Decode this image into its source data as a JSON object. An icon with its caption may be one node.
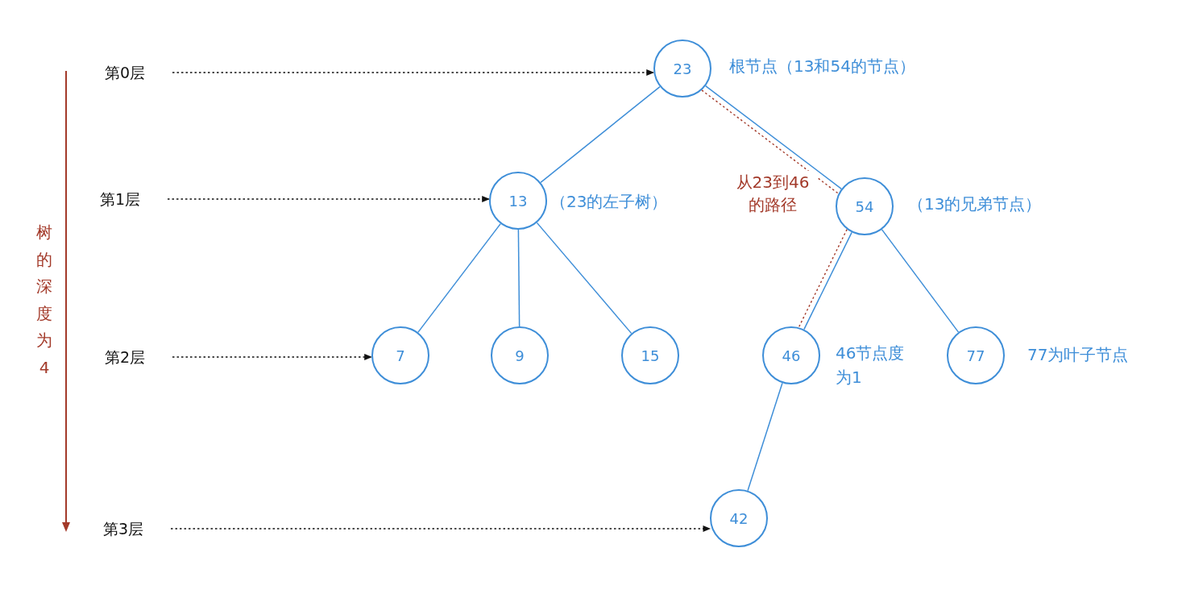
{
  "diagram": {
    "nodes": [
      {
        "text": [
          "第0层"
        ]
      },
      {
        "text": [
          "23"
        ],
        "beside": [
          "根节点（13和54的节点）"
        ]
      },
      {
        "text": [
          "第1层"
        ]
      },
      {
        "text": [
          "13"
        ],
        "beside": [
          "（23的左子树）"
        ]
      },
      {
        "text": [
          "54"
        ],
        "beside": [
          "（13的兄弟节点）"
        ]
      },
      {
        "text": [
          "第2层"
        ]
      },
      {
        "text": [
          "7"
        ]
      },
      {
        "text": [
          "9"
        ]
      },
      {
        "text": [
          "15"
        ]
      },
      {
        "text": [
          "46"
        ],
        "beside": [
          "46节点度为1"
        ]
      },
      {
        "text": [
          "77"
        ],
        "beside": [
          "77为叶子节点"
        ]
      },
      {
        "text": [
          "第3层"
        ]
      },
      {
        "text": [
          "42"
        ]
      }
    ],
    "edges": [
      {
        "from": 1,
        "to": 3,
        "arrow": "none"
      },
      {
        "from": 1,
        "to": 4,
        "arrow": "none"
      },
      {
        "from": 3,
        "to": 6,
        "arrow": "none"
      },
      {
        "from": 3,
        "to": 7,
        "arrow": "none"
      },
      {
        "from": 3,
        "to": 8,
        "arrow": "none"
      },
      {
        "from": 4,
        "to": 9,
        "arrow": "none"
      },
      {
        "from": 4,
        "to": 10,
        "arrow": "none"
      },
      {
        "from": 9,
        "to": 12,
        "arrow": "none"
      },
      {
        "from": 1,
        "to": 4,
        "arrow": "none",
        "style": "dashed",
        "color": "#a33a2a",
        "label": "从23到46的路径"
      },
      {
        "from": 4,
        "to": 9,
        "arrow": "none",
        "style": "dashed",
        "color": "#a33a2a"
      },
      {
        "from": 0,
        "to": 1,
        "arrow": "to",
        "style": "dashed",
        "color": "#111111"
      },
      {
        "from": 2,
        "to": 3,
        "arrow": "to",
        "style": "dashed",
        "color": "#111111"
      },
      {
        "from": 5,
        "to": 6,
        "arrow": "to",
        "style": "dashed",
        "color": "#111111"
      },
      {
        "from": 11,
        "to": 12,
        "arrow": "to",
        "style": "dashed",
        "color": "#111111"
      }
    ],
    "labels": [
      "树的深度为4"
    ]
  }
}
